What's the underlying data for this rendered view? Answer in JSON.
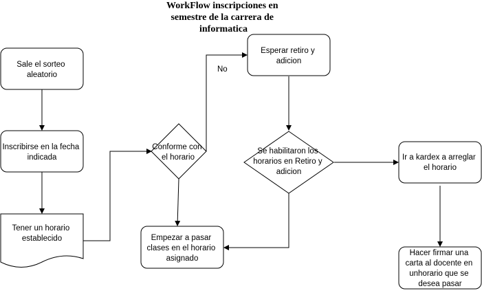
{
  "title": [
    "WorkFlow inscripciones en",
    "semestre de la carrera de",
    "informatica"
  ],
  "nodes": {
    "sorteo": [
      "Sale el sorteo",
      "aleatorio"
    ],
    "inscribirse": [
      "Inscribirse en la fecha",
      "indicada"
    ],
    "horario": [
      "Tener un horario",
      "establecido"
    ],
    "conforme": [
      "Conforme con",
      "el horario"
    ],
    "empezar": [
      "Empezar a pasar",
      "clases en el horario",
      "asignado"
    ],
    "esperar": [
      "Esperar retiro y",
      "adicion"
    ],
    "habilitaron": [
      "Se habilitaron los",
      "horarios en Retiro y",
      "adicion"
    ],
    "kardex": [
      "Ir a kardex a arreglar",
      "el horario"
    ],
    "carta": [
      "Hacer firmar una",
      "carta al docente en",
      "unhorario que se",
      "desea pasar"
    ]
  },
  "edges": {
    "no_label": "No"
  }
}
